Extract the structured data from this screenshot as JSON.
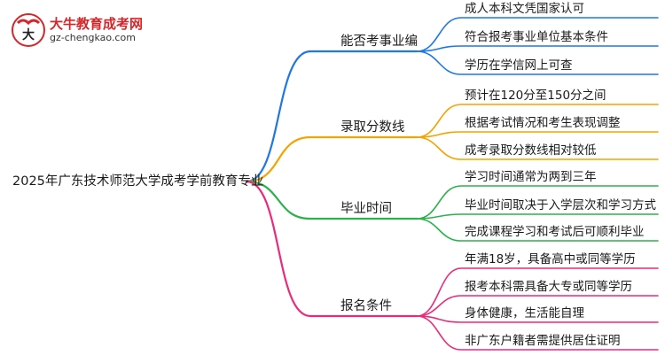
{
  "logo": {
    "title": "大牛教育成考网",
    "url": "gz-chengkao.com"
  },
  "colors": {
    "branch_1": "#1f77e5",
    "branch_2": "#f2a400",
    "branch_3": "#2bb24c",
    "branch_4": "#ea2a7d"
  },
  "root": "2025年广东技术师范大学成考学前教育专业",
  "branches": [
    {
      "label": "能否考事业编",
      "color_key": "branch_1",
      "leaves": [
        "成人本科文凭国家认可",
        "符合报考事业单位基本条件",
        "学历在学信网上可查"
      ]
    },
    {
      "label": "录取分数线",
      "color_key": "branch_2",
      "leaves": [
        "预计在120分至150分之间",
        "根据考试情况和考生表现调整",
        "成考录取分数线相对较低"
      ]
    },
    {
      "label": "毕业时间",
      "color_key": "branch_3",
      "leaves": [
        "学习时间通常为两到三年",
        "毕业时间取决于入学层次和学习方式",
        "完成课程学习和考试后可顺利毕业"
      ]
    },
    {
      "label": "报名条件",
      "color_key": "branch_4",
      "leaves": [
        "年满18岁，具备高中或同等学历",
        "报考本科需具备大专或同等学历",
        "身体健康，生活能自理",
        "非广东户籍者需提供居住证明"
      ]
    }
  ]
}
